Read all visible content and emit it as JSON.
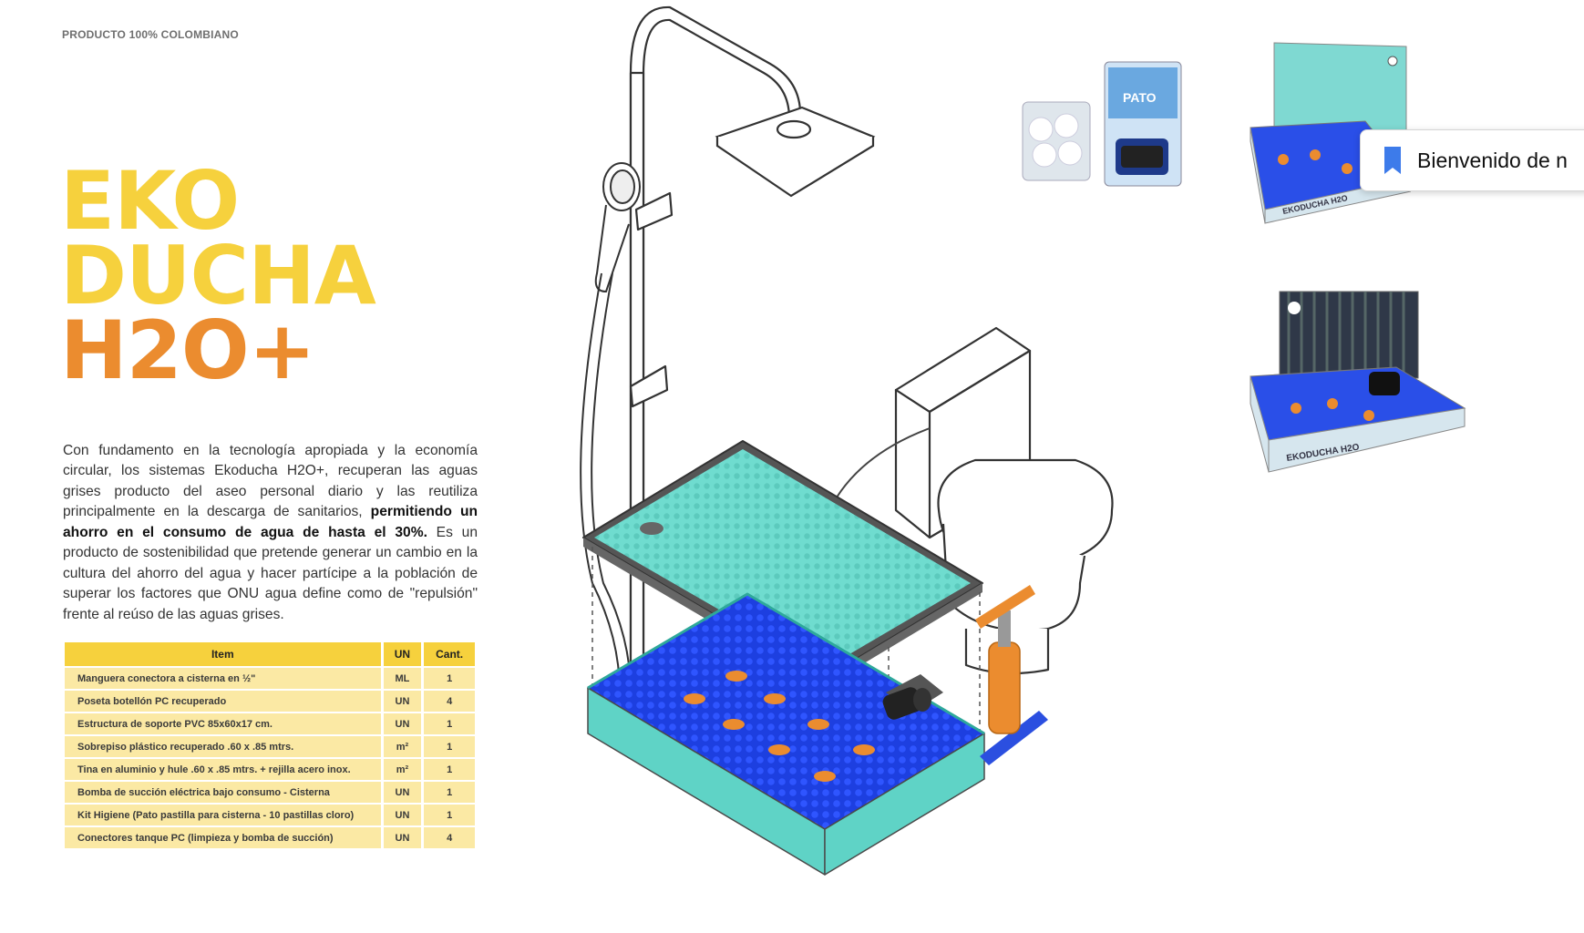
{
  "tagline": "PRODUCTO 100% COLOMBIANO",
  "title": {
    "line1": "EKO",
    "line2": "DUCHA",
    "line3": "H2O+"
  },
  "description": {
    "intro": "Con fundamento en la tecnología apropiada y la economía circular, los sistemas Ekoducha H2O+, recuperan las aguas grises producto del aseo personal diario y las reutiliza principalmente en la descarga de sanitarios, ",
    "highlight": "permitiendo un ahorro en el consumo de agua de hasta el 30%.",
    "rest": " Es un producto de sostenibilidad que pretende generar un cambio en la cultura del ahorro del agua y hacer partícipe a la población de superar los factores que ONU agua define como de \"repulsión\" frente al reúso de las aguas grises."
  },
  "table": {
    "headers": {
      "item": "Item",
      "un": "UN",
      "cant": "Cant."
    },
    "rows": [
      {
        "item": "Manguera conectora a cisterna en ½\"",
        "un": "ML",
        "cant": "1"
      },
      {
        "item": "Poseta botellón PC recuperado",
        "un": "UN",
        "cant": "4"
      },
      {
        "item": "Estructura de soporte PVC 85x60x17 cm.",
        "un": "UN",
        "cant": "1"
      },
      {
        "item": "Sobrepiso plástico recuperado .60 x .85 mtrs.",
        "un": "m²",
        "cant": "1"
      },
      {
        "item": "Tina en aluminio y hule .60 x .85 mtrs. + rejilla acero inox.",
        "un": "m²",
        "cant": "1"
      },
      {
        "item": "Bomba de succión eléctrica bajo consumo - Cisterna",
        "un": "UN",
        "cant": "1"
      },
      {
        "item": "Kit Higiene (Pato pastilla para cisterna - 10 pastillas cloro)",
        "un": "UN",
        "cant": "1"
      },
      {
        "item": "Conectores tanque PC (limpieza y bomba de succión)",
        "un": "UN",
        "cant": "4"
      }
    ]
  },
  "package_label": "PATO",
  "product_label": "EKODUCHA H2O",
  "toast": {
    "text": "Bienvenido de n",
    "icon": "bookmark-icon"
  },
  "colors": {
    "yellow": "#f6d13d",
    "orange": "#eb8c2f",
    "teal": "#5fd3c6",
    "blue": "#1d3fe0"
  }
}
